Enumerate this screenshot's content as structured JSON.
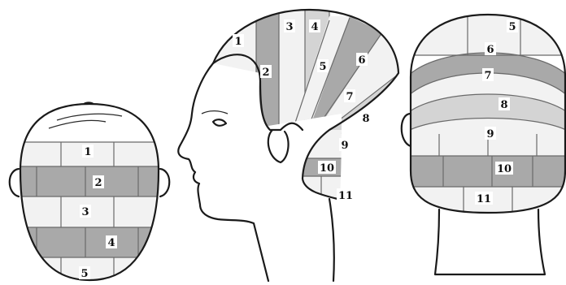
{
  "top_view": {
    "sections": [
      "1",
      "2",
      "3",
      "4",
      "5"
    ]
  },
  "side_view": {
    "sections": [
      "1",
      "2",
      "3",
      "4",
      "5",
      "6",
      "7",
      "8",
      "9",
      "10",
      "11"
    ]
  },
  "back_view": {
    "sections": [
      "5",
      "6",
      "7",
      "8",
      "9",
      "10",
      "11"
    ]
  }
}
